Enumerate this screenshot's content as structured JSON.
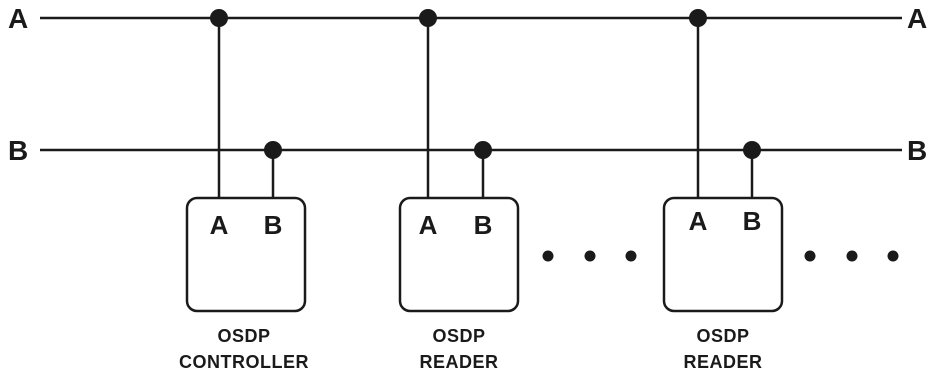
{
  "bus_a": {
    "left_label": "A",
    "right_label": "A"
  },
  "bus_b": {
    "left_label": "B",
    "right_label": "B"
  },
  "devices": [
    {
      "terminal_a": "A",
      "terminal_b": "B",
      "label_line1": "OSDP",
      "label_line2": "CONTROLLER"
    },
    {
      "terminal_a": "A",
      "terminal_b": "B",
      "label_line1": "OSDP",
      "label_line2": "READER"
    },
    {
      "terminal_a": "A",
      "terminal_b": "B",
      "label_line1": "OSDP",
      "label_line2": "READER"
    }
  ],
  "continuation_marks": [
    "…",
    "…"
  ],
  "colors": {
    "stroke": "#1a1a1a",
    "background": "#ffffff"
  }
}
